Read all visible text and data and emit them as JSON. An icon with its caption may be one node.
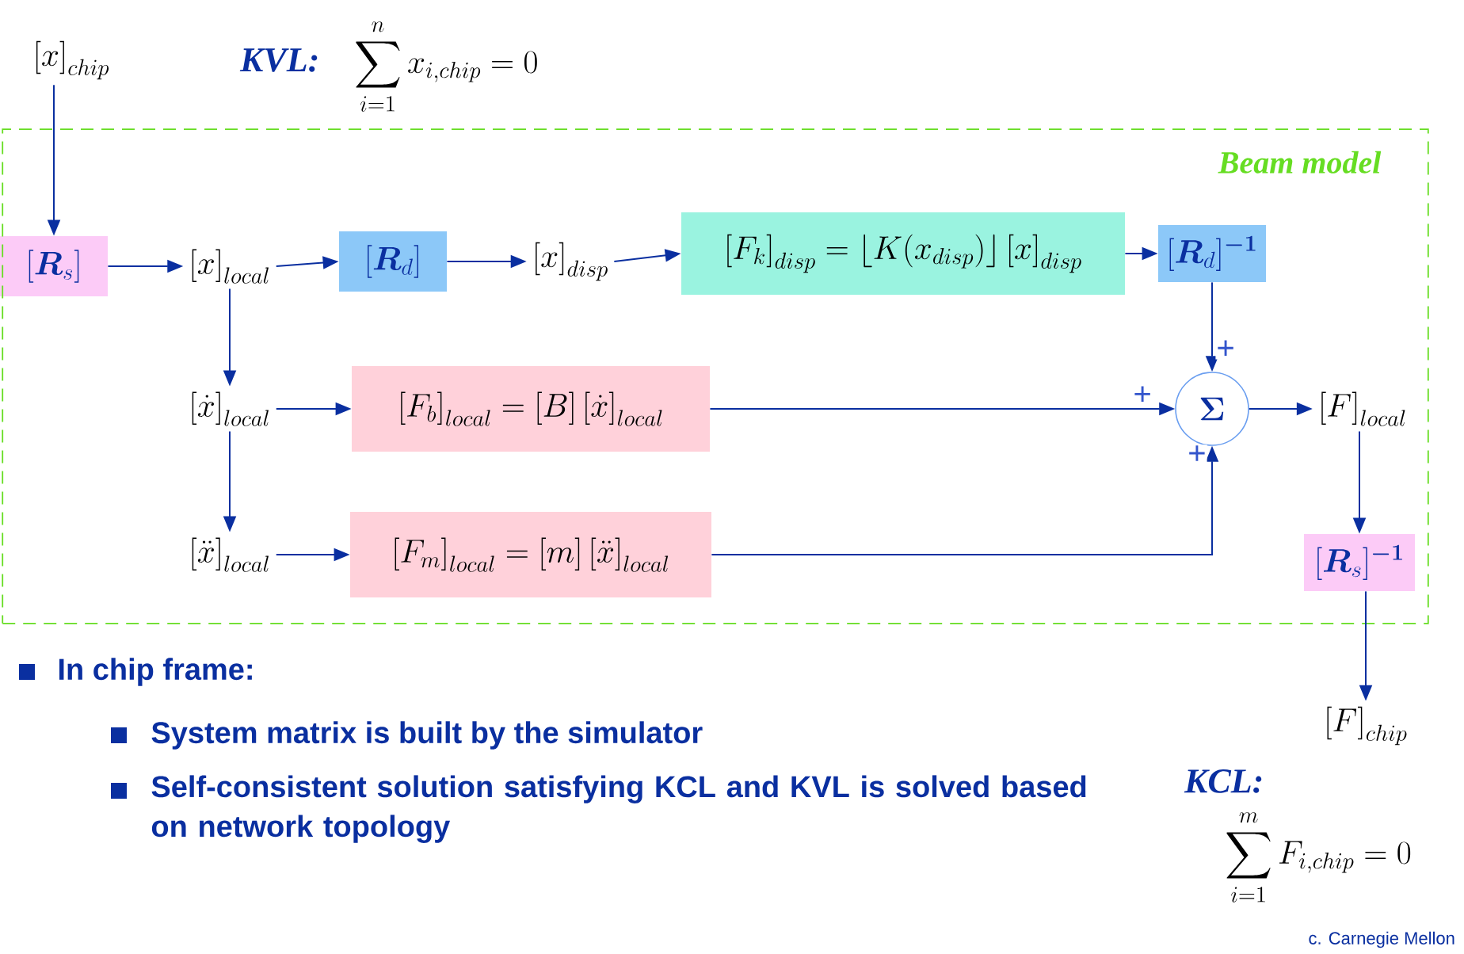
{
  "diagram": {
    "nodes": [
      {
        "text": [
          "\\left[x\\right]_{chip}"
        ]
      },
      {
        "text": [
          "Beam model"
        ]
      },
      {
        "text": [
          "[\\boldsymbol{R}_{s}]"
        ],
        "in": 1
      },
      {
        "text": [
          "\\left[x\\right]_{local}"
        ],
        "in": 1
      },
      {
        "text": [
          "[\\boldsymbol{R}_{d}]"
        ],
        "in": 1
      },
      {
        "text": [
          "\\left[x\\right]_{disp}"
        ],
        "in": 1
      },
      {
        "text": [
          "\\left[F_{k}\\right]_{disp}=\\left\\lfloor K(x_{disp})\\right\\rfloor\\left[x\\right]_{disp}"
        ],
        "in": 1
      },
      {
        "text": [
          "[\\boldsymbol{R}_{d}]^{\\boldsymbol{-1}}"
        ],
        "in": 1
      },
      {
        "text": [
          "\\left[\\dot{x}\\right]_{local}"
        ],
        "in": 1
      },
      {
        "text": [
          "\\left[F_{b}\\right]_{local}=\\left[B\\right]\\left[\\dot{x}\\right]_{local}"
        ],
        "in": 1
      },
      {
        "text": [
          "\\boldsymbol{\\Sigma}"
        ],
        "in": 1
      },
      {
        "text": [
          "\\left[F\\right]_{local}"
        ],
        "in": 1
      },
      {
        "text": [
          "\\left[\\ddot{x}\\right]_{local}"
        ],
        "in": 1
      },
      {
        "text": [
          "\\left[F_{m}\\right]_{local}=\\left[m\\right]\\left[\\ddot{x}\\right]_{local}"
        ],
        "in": 1
      },
      {
        "text": [
          "[\\boldsymbol{R}_{s}]^{\\boldsymbol{-1}}"
        ],
        "in": 1
      },
      {
        "text": [
          "\\left[F\\right]_{chip}"
        ]
      }
    ],
    "edges": [
      {
        "from": 0,
        "to": 2,
        "arrow": "to"
      },
      {
        "from": 2,
        "to": 3,
        "arrow": "to"
      },
      {
        "from": 3,
        "to": 4,
        "arrow": "to"
      },
      {
        "from": 4,
        "to": 5,
        "arrow": "to"
      },
      {
        "from": 5,
        "to": 6,
        "arrow": "to"
      },
      {
        "from": 6,
        "to": 7,
        "arrow": "to"
      },
      {
        "from": 7,
        "to": 10,
        "arrow": "to",
        "label": "+"
      },
      {
        "from": 3,
        "to": 8,
        "arrow": "to"
      },
      {
        "from": 8,
        "to": 9,
        "arrow": "to"
      },
      {
        "from": 9,
        "to": 10,
        "arrow": "to",
        "label": "+"
      },
      {
        "from": 8,
        "to": 12,
        "arrow": "to"
      },
      {
        "from": 12,
        "to": 13,
        "arrow": "to"
      },
      {
        "from": 13,
        "to": 10,
        "arrow": "to",
        "label": "+"
      },
      {
        "from": 10,
        "to": 11,
        "arrow": "to"
      },
      {
        "from": 11,
        "to": 14,
        "arrow": "to"
      },
      {
        "from": 14,
        "to": 15,
        "arrow": "to"
      }
    ],
    "labels": [
      "KVL:",
      "\\sum_{i=1}^{n} x_{i,chip}=0",
      "In chip frame:",
      "System matrix is built by the simulator",
      "Self-consistent solution satisfying KCL and KVL is solved based on network topology",
      "KCL:",
      "\\sum_{i=1}^{m} F_{i,chip}=0",
      "c. Carnegie Mellon"
    ]
  }
}
